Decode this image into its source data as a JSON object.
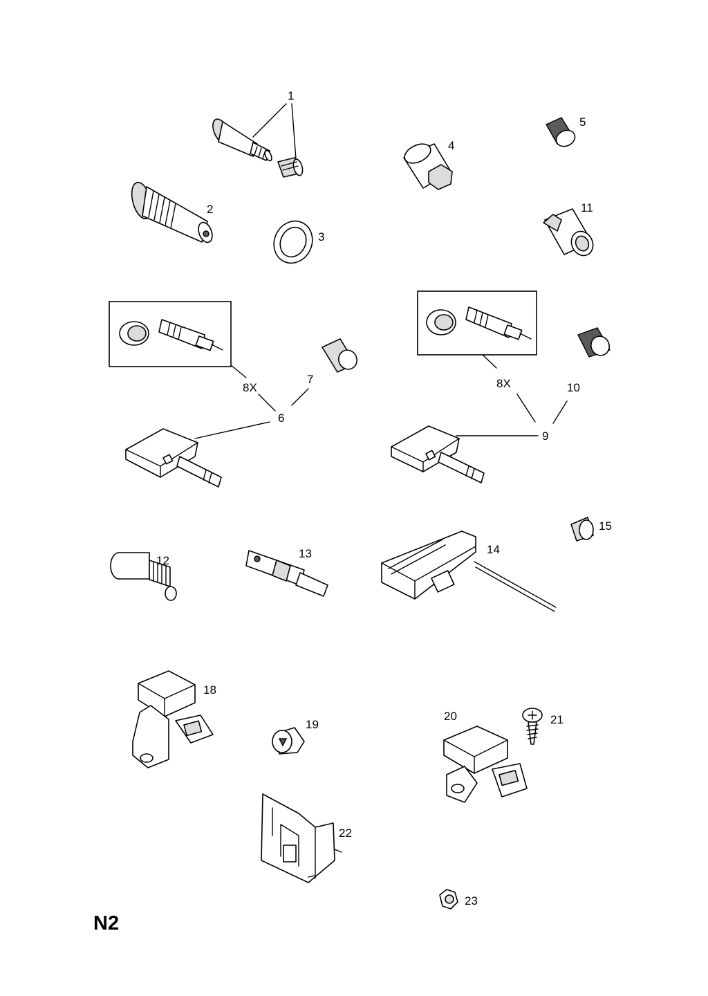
{
  "callouts": {
    "c1": "1",
    "c2": "2",
    "c3": "3",
    "c4": "4",
    "c5": "5",
    "c6": "6",
    "c7": "7",
    "c8x_left": "8X",
    "c9": "9",
    "c10": "10",
    "c11": "11",
    "c8x_right": "8X",
    "c12": "12",
    "c13": "13",
    "c14": "14",
    "c15": "15",
    "c18": "18",
    "c19": "19",
    "c20": "20",
    "c21": "21",
    "c22": "22",
    "c23": "23"
  },
  "page_code": "N2"
}
